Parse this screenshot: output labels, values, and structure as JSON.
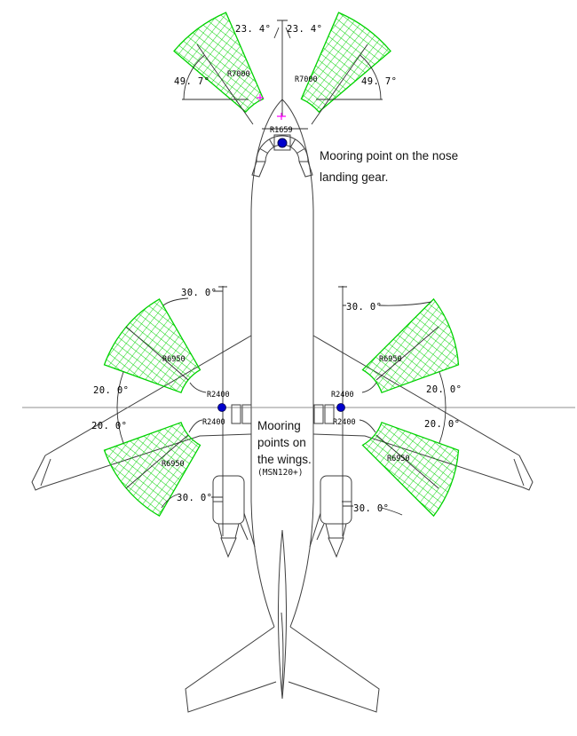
{
  "title": "Aircraft mooring points diagram",
  "labels": {
    "angle_nose_inner_left": "23. 4°",
    "angle_nose_inner_right": "23. 4°",
    "angle_nose_outer_left": "49. 7°",
    "angle_nose_outer_right": "49. 7°",
    "angle_wing_upper_left_30": "30. 0°",
    "angle_wing_upper_right_30": "30. 0°",
    "angle_wing_lower_left_30": "30. 0°",
    "angle_wing_lower_right_30": "30. 0°",
    "angle_wing_upper_left_20": "20. 0°",
    "angle_wing_lower_left_20": "20. 0°",
    "angle_wing_upper_right_20": "20. 0°",
    "angle_wing_lower_right_20": "20. 0°",
    "radius_nose_left": "R7000",
    "radius_nose_right": "R7000",
    "radius_nose_gear": "R1659",
    "radius_wing_upper_left": "R6950",
    "radius_wing_upper_right": "R6950",
    "radius_wing_lower_left": "R6950",
    "radius_wing_lower_right": "R6950",
    "radius_inner_upper_left": "R2400",
    "radius_inner_upper_right": "R2400",
    "radius_inner_lower_left": "R2400",
    "radius_inner_lower_right": "R2400"
  },
  "annotations": {
    "nose_line1": "Mooring point on the nose",
    "nose_line2": "landing gear.",
    "wings_line1": "Mooring",
    "wings_line2": "points on",
    "wings_line3": "the wings.",
    "wings_line4": "(MSN120+)"
  },
  "colors": {
    "hatch_green": "#00D300",
    "mooring_blue": "#0000CC",
    "marker_magenta": "#FF00FF",
    "drawing_line": "#3F3F3F"
  }
}
